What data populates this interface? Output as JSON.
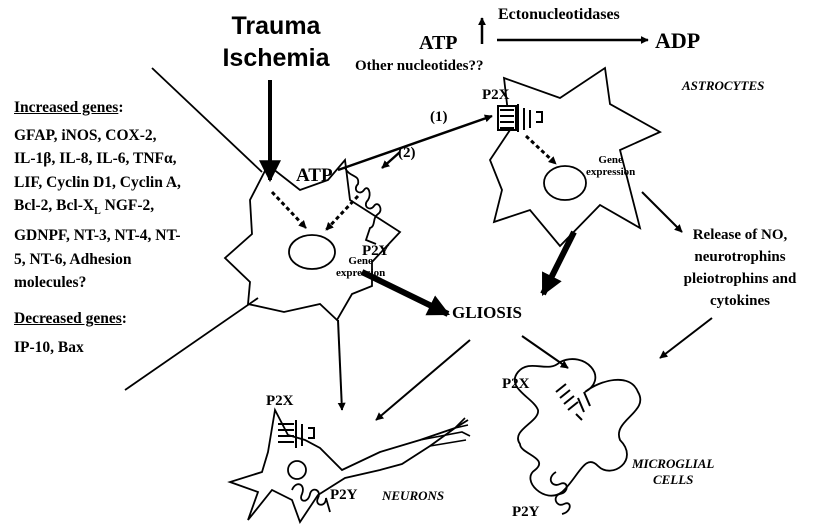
{
  "diagram": {
    "title_line1": "Trauma",
    "title_line2": "Ischemia",
    "atp_top": "ATP",
    "adp": "ADP",
    "ectonucleotidases": "Ectonucleotidases",
    "other_nucleotides": "Other nucleotides??",
    "astrocytes": "ASTROCYTES",
    "p2x_astro": "P2X",
    "step1": "(1)",
    "step2": "(2)",
    "atp_cell": "ATP",
    "p2y_cell": "P2Y",
    "gene_expr_astro": [
      "Gene",
      "expression"
    ],
    "gene_expr_cell": [
      "Gene",
      "expression"
    ],
    "increased_title": "Increased genes",
    "increased_lines": [
      "GFAP, iNOS, COX-2,",
      "IL-1β, IL-8, IL-6, TNFα,",
      "LIF, Cyclin D1, Cyclin A,",
      "Bcl-2, Bcl-X",
      "GDNPF, NT-3, NT-4, NT-",
      "5, NT-6, Adhesion",
      "molecules?"
    ],
    "bclx_sub": "L",
    "bclx_rest": " NGF-2,",
    "decreased_title": "Decreased genes",
    "decreased_lines": [
      "IP-10, Bax"
    ],
    "release_lines": [
      "Release of NO,",
      "neurotrophins",
      "pleiotrophins and",
      "cytokines"
    ],
    "gliosis": "GLIOSIS",
    "p2x_neuron": "P2X",
    "p2y_neuron": "P2Y",
    "neurons": "NEURONS",
    "p2x_micro": "P2X",
    "p2y_micro": "P2Y",
    "microglial_lines": [
      "MICROGLIAL",
      "CELLS"
    ]
  }
}
